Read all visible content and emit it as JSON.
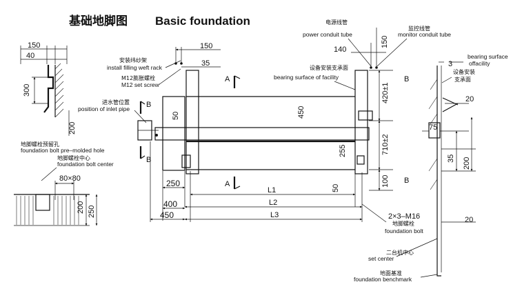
{
  "title": {
    "cn": "基础地脚图",
    "en": "Basic foundation"
  },
  "labels": {
    "install_rack_cn": "安装纬纱架",
    "install_rack_en": "install filling weft rack",
    "set_screw_cn": "M12膨胀螺栓",
    "set_screw_en": "M12 set screw",
    "inlet_cn": "进水管位置",
    "inlet_en": "position of inlet pipe",
    "bolt_hole_cn": "地脚螺栓预留孔",
    "bolt_hole_en": "foundation bolt pre–molded hole",
    "bolt_center_cn": "地脚螺栓中心",
    "bolt_center_en": "foundation bolt center",
    "power_cn": "电源线管",
    "power_en": "power conduit tube",
    "monitor_cn": "监控线管",
    "monitor_en": "monitor conduit tube",
    "facility_cn": "设备安装支承面",
    "facility_en": "bearing surface of facility",
    "bearing_offacility_en1": "bearing surface",
    "bearing_offacility_en2": "offacility",
    "equip_cn1": "设备安装",
    "equip_cn2": "支承面",
    "fbolt_cn": "地脚螺栓",
    "fbolt_en": "foundation bolt",
    "fbolt_spec": "2×3–M16",
    "set_center_cn": "二台机中心",
    "set_center_en": "set center",
    "bench_cn": "地面基准",
    "bench_en": "foundation benchmark",
    "sec_a": "A",
    "sec_b": "B"
  },
  "dims": {
    "d150": "150",
    "d40": "40",
    "d300": "300",
    "d200": "200",
    "d80x80": "80×80",
    "d250": "250",
    "d200b": "200",
    "d150t": "150",
    "d35": "35",
    "d50": "50",
    "d450": "450",
    "d140": "140",
    "d150r": "150",
    "d420": "420±1",
    "d710": "710±2",
    "d255": "255",
    "d100": "100",
    "d50b": "50",
    "d250b": "250",
    "d400": "400",
    "d450b": "450",
    "L1": "L1",
    "L2": "L2",
    "L3": "L3",
    "d3": "3",
    "d20a": "20",
    "d75": "75",
    "d35r": "35",
    "d200r": "200",
    "d20b": "20"
  }
}
